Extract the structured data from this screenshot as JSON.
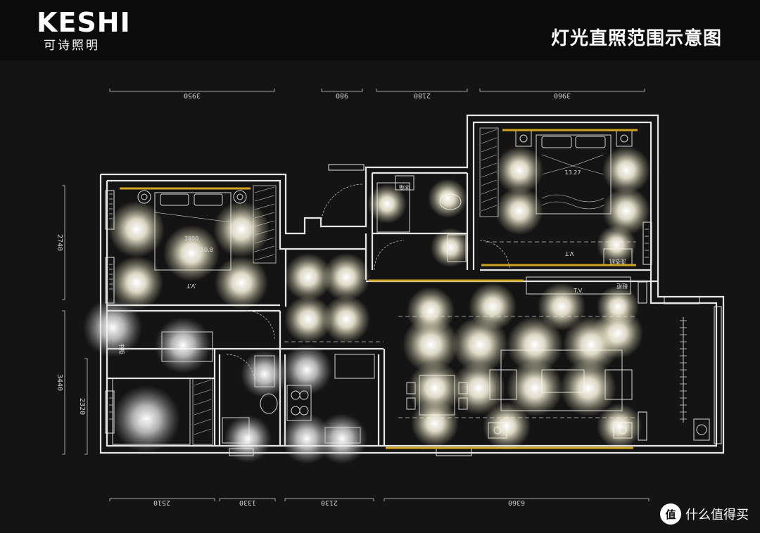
{
  "header": {
    "brand": "KESHI",
    "brand_sub": "可诗照明",
    "title": "灯光直照范围示意图"
  },
  "dimensions": {
    "top": [
      "3950",
      "980",
      "2180",
      "3960"
    ],
    "bottom": [
      "2510",
      "1330",
      "2130",
      "6360"
    ],
    "left": [
      "2740",
      "3440",
      "2320"
    ]
  },
  "room_labels": {
    "bed_size_left": "1800",
    "area_left": "10.8",
    "area_master": "13.27",
    "tv_left": "T.V.",
    "tv_master": "T.V.",
    "tv_living": "T.V.",
    "fridge": "冰箱",
    "washer": "洗衣机",
    "shoe": "鞋柜",
    "wash_area": "洗漱",
    "cabinet": "书柜"
  },
  "watermark": {
    "icon": "值",
    "text": "什么值得买"
  },
  "colors": {
    "background": "#141414",
    "wall": "#e6e6e6",
    "accent_strip": "#d4a520",
    "glow": "#fffbd9"
  }
}
